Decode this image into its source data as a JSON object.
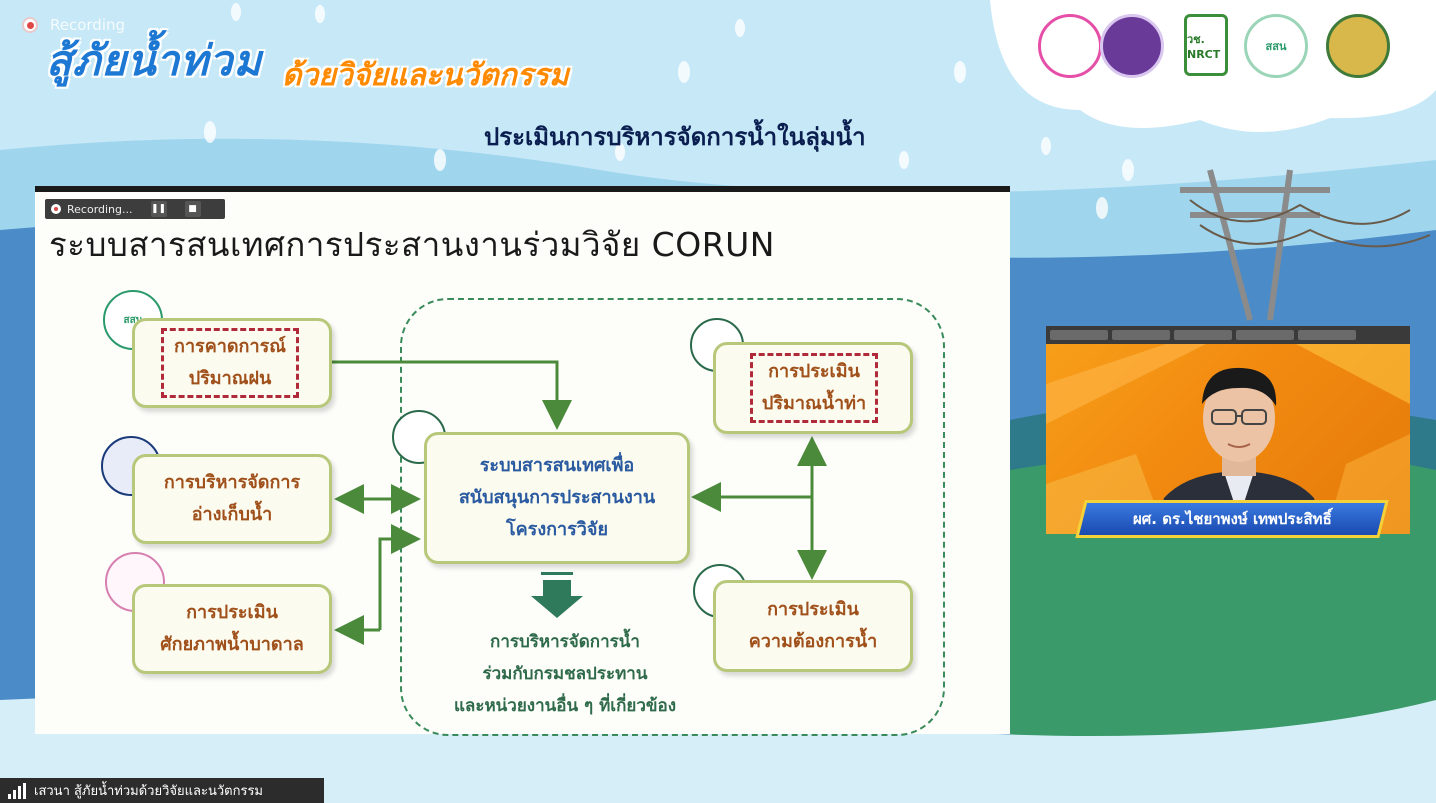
{
  "recording_label": "Recording",
  "brand": {
    "line1": "สู้ภัยน้ำท่วม",
    "line2": "ด้วยวิจัยและนวัตกรรม"
  },
  "session_title": "ประเมินการบริหารจัดการน้ำในลุ่มน้ำ",
  "sponsor_logos": [
    {
      "icon": "chula-logo",
      "text": ""
    },
    {
      "icon": "university-seal-logo",
      "text": ""
    },
    {
      "icon": "nrct-logo",
      "text": "วช. NRCT"
    },
    {
      "icon": "ssn-logo",
      "text": "สสน"
    },
    {
      "icon": "royal-seal-logo",
      "text": ""
    }
  ],
  "slide": {
    "recording_bar_label": "Recording...",
    "title": "ระบบสารสนเทศการประสานงานร่วมวิจัย CORUN",
    "boxes": {
      "rain": {
        "line1": "การคาดการณ์",
        "line2": "ปริมาณฝน"
      },
      "reservoir": {
        "line1": "การบริหารจัดการ",
        "line2": "อ่างเก็บน้ำ"
      },
      "groundwater": {
        "line1": "การประเมิน",
        "line2": "ศักยภาพน้ำบาดาล"
      },
      "runoff": {
        "line1": "การประเมิน",
        "line2": "ปริมาณน้ำท่า"
      },
      "demand": {
        "line1": "การประเมิน",
        "line2": "ความต้องการน้ำ"
      },
      "center": {
        "line1": "ระบบสารสนเทศเพื่อ",
        "line2": "สนับสนุนการประสานงาน",
        "line3": "โครงการวิจัย"
      }
    },
    "bottom_text": {
      "line1": "การบริหารจัดการน้ำ",
      "line2": "ร่วมกับกรมชลประทาน",
      "line3": "และหน่วยงานอื่น ๆ ที่เกี่ยวข้อง"
    },
    "org_logo_text": {
      "ssn": "สสน"
    },
    "colors": {
      "arrow": "#4a8a3a",
      "box_border": "#b8c87a",
      "dashed": "#3a8b5b",
      "red_dash": "#b02a3a"
    }
  },
  "video": {
    "speaker_name": "ผศ. ดร.ไชยาพงษ์ เทพประสิทธิ์"
  },
  "bottom_bar": {
    "label": "เสวนา สู้ภัยน้ำท่วมด้วยวิจัยและนวัตกรรม"
  }
}
